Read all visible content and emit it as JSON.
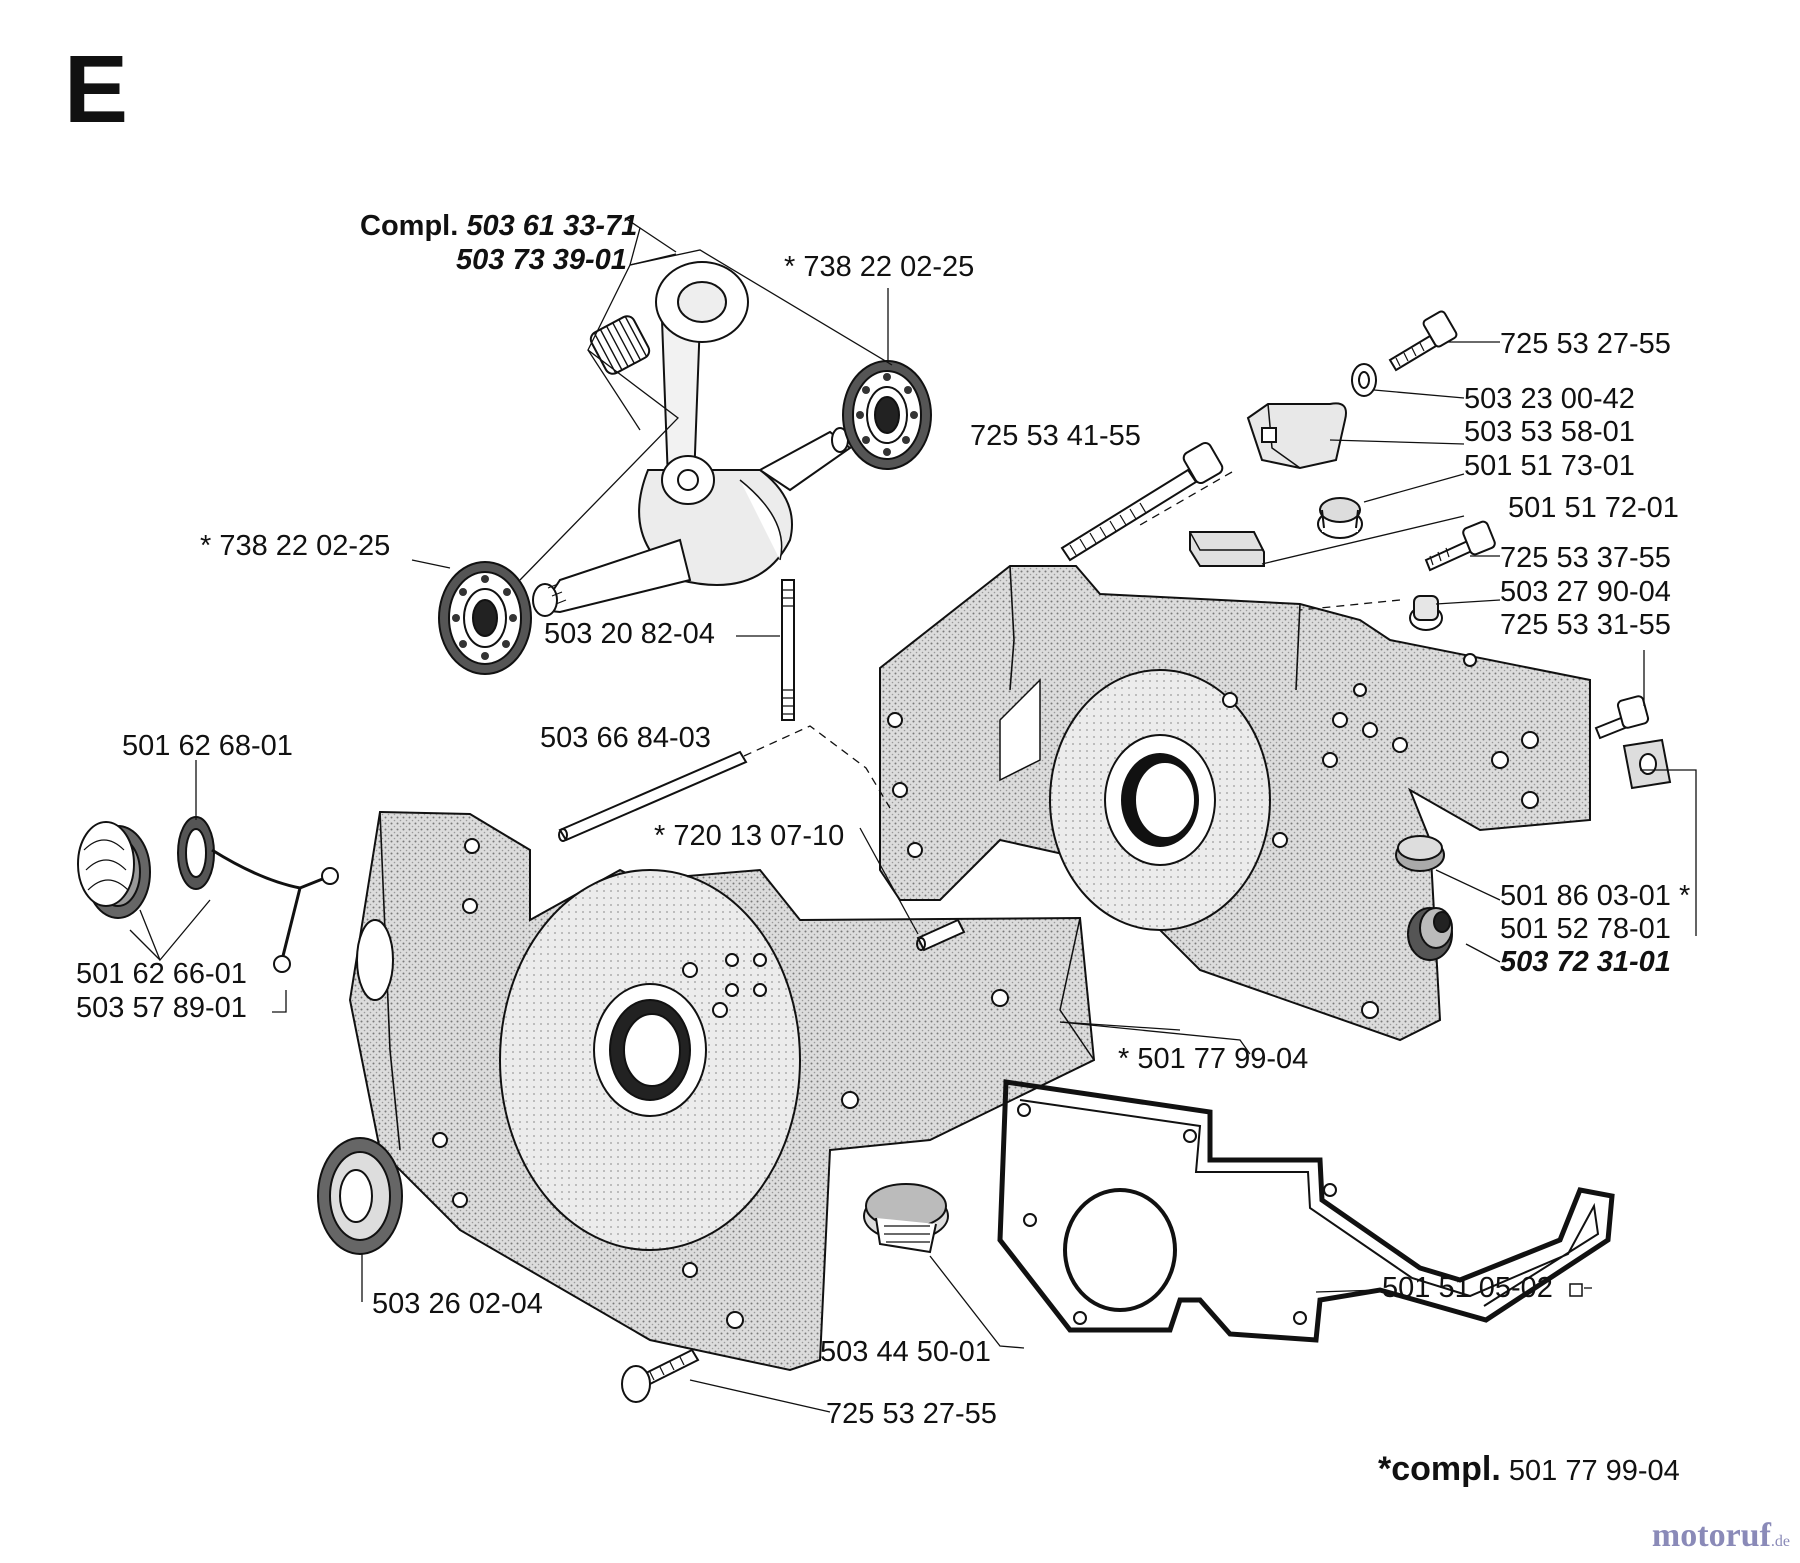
{
  "section_letter": "E",
  "labels": {
    "crank_compl_prefix": "Compl.",
    "crank_compl_no": "503 61 33-71",
    "crank_alt_no": "503 73 39-01",
    "bearing_top": "* 738 22 02-25",
    "bearing_left": "* 738 22 02-25",
    "stud": "503 20 82-04",
    "screw_top": "725 53 27-55",
    "washer": "503 23 00-42",
    "bracket": "503 53 58-01",
    "bolt_long": "725 53 41-55",
    "plug_small": "501 51 73-01",
    "block": "501 51 72-01",
    "screw_mid": "725 53 37-55",
    "cap_right": "503 27 90-04",
    "screw_right": "725 53 31-55",
    "rod": "503 66 84-03",
    "pin": "* 720 13 07-10",
    "oil_cap": "501 62 68-01",
    "oil_cap_assy": "501 62 66-01",
    "oil_strap": "503 57 89-01",
    "filter": "501 86 03-01 *",
    "valve": "501 52 78-01",
    "valve_alt": "503 72 31-01",
    "crankcase": "* 501 77 99-04",
    "seal": "503 26 02-04",
    "gasket": "501 51 05-02",
    "plug_large": "503 44 50-01",
    "screw_bottom": "725 53 27-55",
    "compl_prefix": "*compl.",
    "compl_no": "501 77 99-04"
  },
  "watermark": {
    "brand": "motoruf",
    "tld": ".de"
  }
}
